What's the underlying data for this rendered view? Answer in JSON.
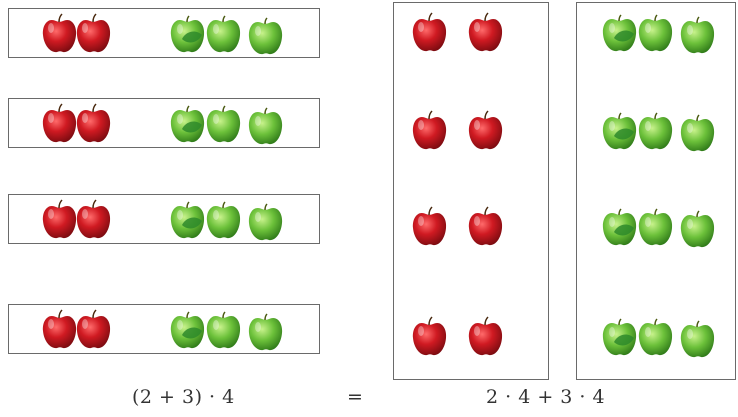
{
  "formulas": {
    "left": "(2 + 3) · 4",
    "equals": "=",
    "right": "2 · 4 + 3 · 4"
  },
  "groups": {
    "count": 4,
    "red_per_group": 2,
    "green_per_group": 3
  },
  "colors": {
    "red_apple": "#c8161d",
    "green_apple": "#6fbf3a",
    "border": "#6a6a6a"
  }
}
